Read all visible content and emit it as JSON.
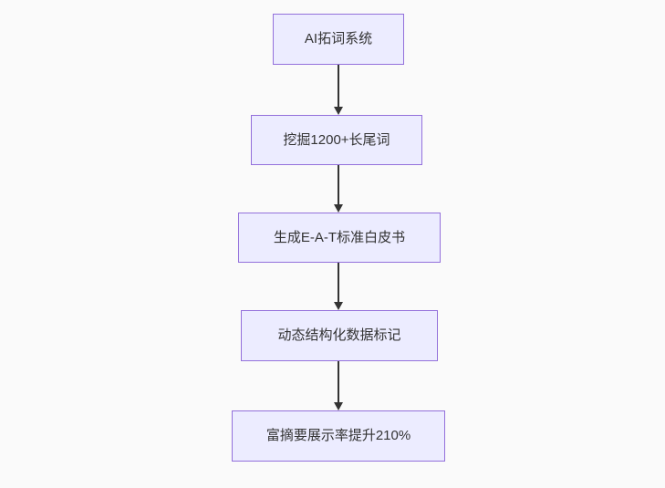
{
  "flowchart": {
    "type": "flowchart-top-down",
    "nodes": [
      {
        "id": "node-1",
        "label": "AI拓词系统"
      },
      {
        "id": "node-2",
        "label": "挖掘1200+长尾词"
      },
      {
        "id": "node-3",
        "label": "生成E-A-T标准白皮书"
      },
      {
        "id": "node-4",
        "label": "动态结构化数据标记"
      },
      {
        "id": "node-5",
        "label": "富摘要展示率提升210%"
      }
    ],
    "edges": [
      {
        "from": "node-1",
        "to": "node-2",
        "style": "arrow-down"
      },
      {
        "from": "node-2",
        "to": "node-3",
        "style": "arrow-down"
      },
      {
        "from": "node-3",
        "to": "node-4",
        "style": "arrow-down"
      },
      {
        "from": "node-4",
        "to": "node-5",
        "style": "arrow-down"
      }
    ],
    "colors": {
      "background": "#fafafa",
      "node_fill": "#ECECFF",
      "node_border": "#9370DB",
      "text": "#333333",
      "arrow": "#333333"
    }
  }
}
